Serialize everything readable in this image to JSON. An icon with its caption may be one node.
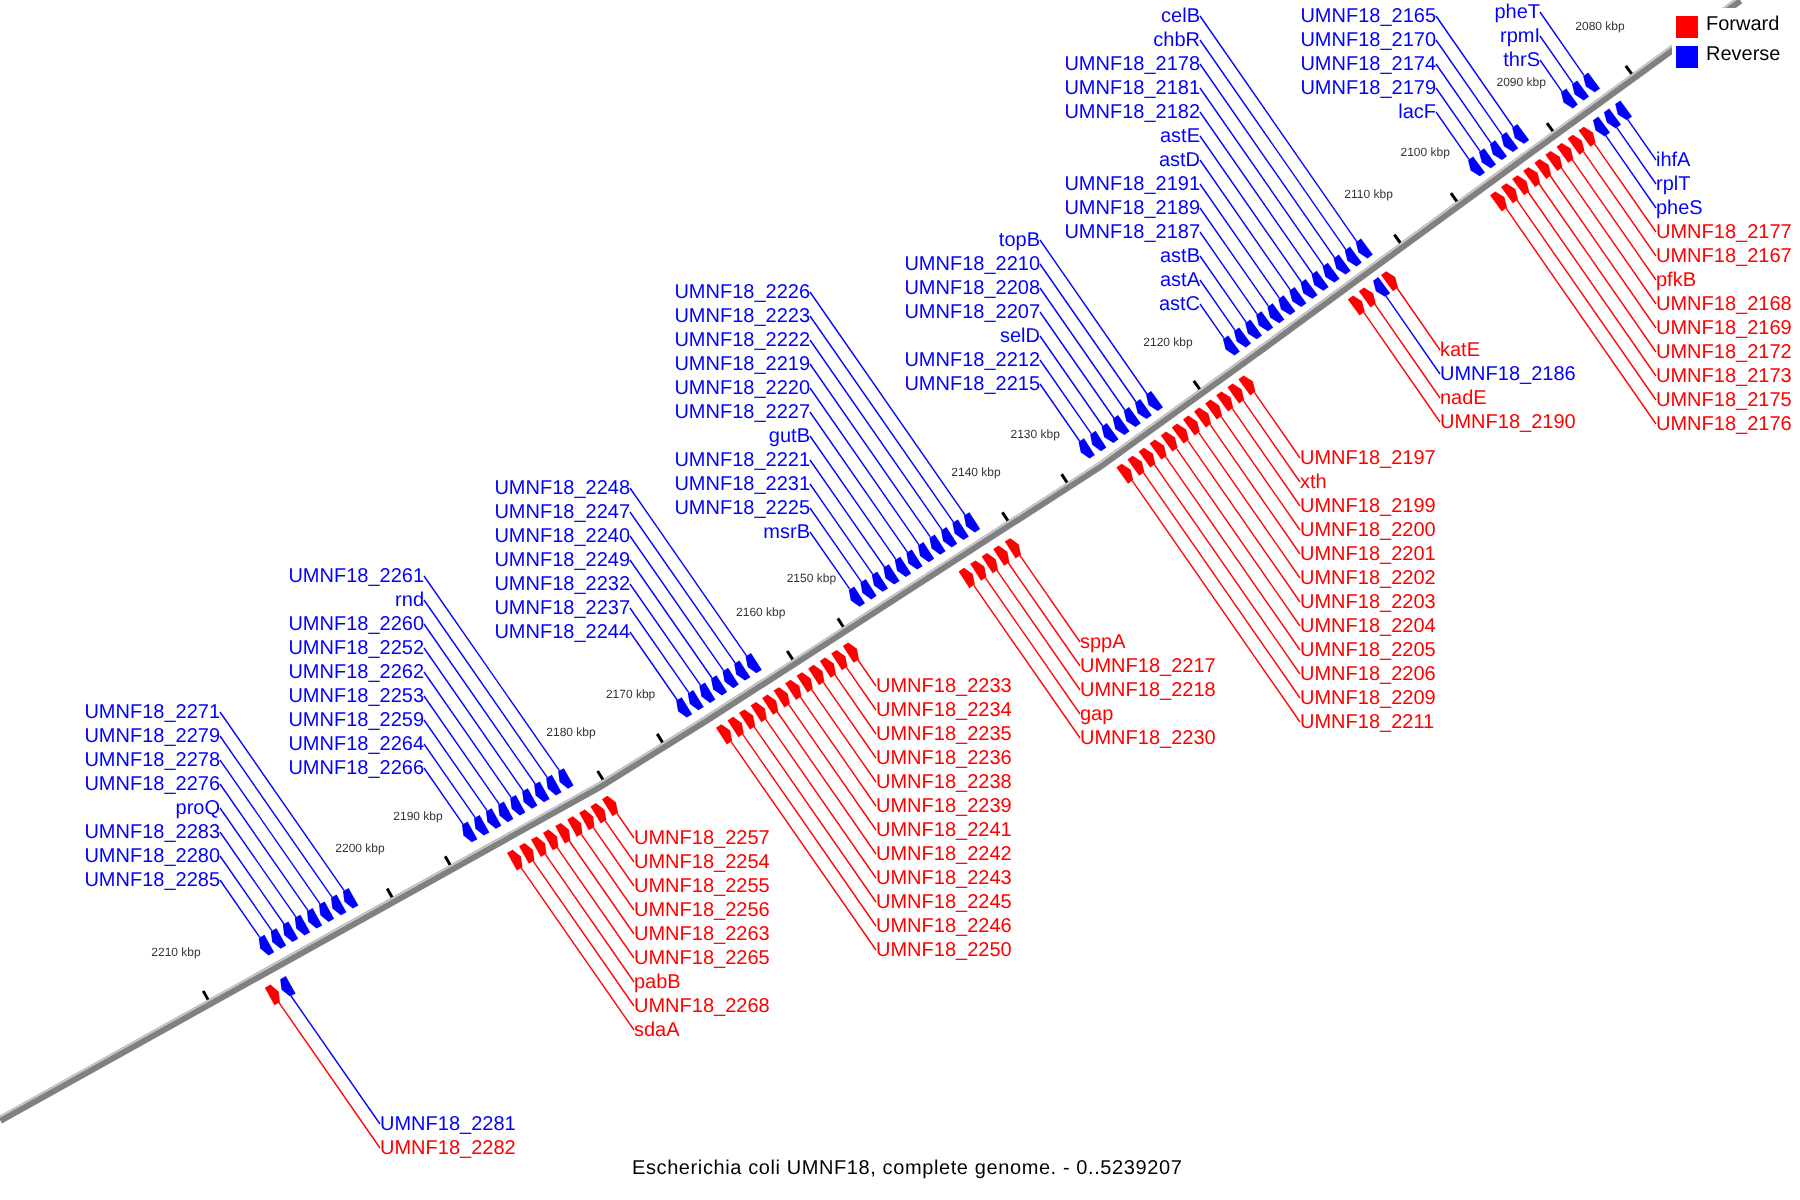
{
  "diagram": {
    "caption": "Escherichia coli UMNF18, complete genome. - 0..5239207",
    "nodes": [
      {
        "text": [
          "pheT"
        ]
      },
      {
        "text": [
          "rpmI"
        ]
      },
      {
        "text": [
          "thrS"
        ]
      },
      {
        "text": [
          "UMNF18_2165"
        ]
      },
      {
        "text": [
          "UMNF18_2170"
        ]
      },
      {
        "text": [
          "UMNF18_2174"
        ]
      },
      {
        "text": [
          "UMNF18_2179"
        ]
      },
      {
        "text": [
          "lacF"
        ]
      },
      {
        "text": [
          "celB"
        ]
      },
      {
        "text": [
          "chbR"
        ]
      },
      {
        "text": [
          "UMNF18_2178"
        ]
      },
      {
        "text": [
          "UMNF18_2181"
        ]
      },
      {
        "text": [
          "UMNF18_2182"
        ]
      },
      {
        "text": [
          "astE"
        ]
      },
      {
        "text": [
          "astD"
        ]
      },
      {
        "text": [
          "UMNF18_2191"
        ]
      },
      {
        "text": [
          "UMNF18_2189"
        ]
      },
      {
        "text": [
          "UMNF18_2187"
        ]
      },
      {
        "text": [
          "astB"
        ]
      },
      {
        "text": [
          "astA"
        ]
      },
      {
        "text": [
          "astC"
        ]
      },
      {
        "text": [
          "topB"
        ]
      },
      {
        "text": [
          "UMNF18_2210"
        ]
      },
      {
        "text": [
          "UMNF18_2208"
        ]
      },
      {
        "text": [
          "UMNF18_2207"
        ]
      },
      {
        "text": [
          "selD"
        ]
      },
      {
        "text": [
          "UMNF18_2212"
        ]
      },
      {
        "text": [
          "UMNF18_2215"
        ]
      },
      {
        "text": [
          "UMNF18_2226"
        ]
      },
      {
        "text": [
          "UMNF18_2223"
        ]
      },
      {
        "text": [
          "UMNF18_2222"
        ]
      },
      {
        "text": [
          "UMNF18_2219"
        ]
      },
      {
        "text": [
          "UMNF18_2220"
        ]
      },
      {
        "text": [
          "UMNF18_2227"
        ]
      },
      {
        "text": [
          "gutB"
        ]
      },
      {
        "text": [
          "UMNF18_2221"
        ]
      },
      {
        "text": [
          "UMNF18_2231"
        ]
      },
      {
        "text": [
          "UMNF18_2225"
        ]
      },
      {
        "text": [
          "msrB"
        ]
      },
      {
        "text": [
          "UMNF18_2248"
        ]
      },
      {
        "text": [
          "UMNF18_2247"
        ]
      },
      {
        "text": [
          "UMNF18_2240"
        ]
      },
      {
        "text": [
          "UMNF18_2249"
        ]
      },
      {
        "text": [
          "UMNF18_2232"
        ]
      },
      {
        "text": [
          "UMNF18_2237"
        ]
      },
      {
        "text": [
          "UMNF18_2244"
        ]
      },
      {
        "text": [
          "UMNF18_2261"
        ]
      },
      {
        "text": [
          "rnd"
        ]
      },
      {
        "text": [
          "UMNF18_2260"
        ]
      },
      {
        "text": [
          "UMNF18_2252"
        ]
      },
      {
        "text": [
          "UMNF18_2262"
        ]
      },
      {
        "text": [
          "UMNF18_2253"
        ]
      },
      {
        "text": [
          "UMNF18_2259"
        ]
      },
      {
        "text": [
          "UMNF18_2264"
        ]
      },
      {
        "text": [
          "UMNF18_2266"
        ]
      },
      {
        "text": [
          "UMNF18_2271"
        ]
      },
      {
        "text": [
          "UMNF18_2279"
        ]
      },
      {
        "text": [
          "UMNF18_2278"
        ]
      },
      {
        "text": [
          "UMNF18_2276"
        ]
      },
      {
        "text": [
          "proQ"
        ]
      },
      {
        "text": [
          "UMNF18_2283"
        ]
      },
      {
        "text": [
          "UMNF18_2280"
        ]
      },
      {
        "text": [
          "UMNF18_2285"
        ]
      },
      {
        "text": [
          "ihfA"
        ]
      },
      {
        "text": [
          "rplT"
        ]
      },
      {
        "text": [
          "pheS"
        ]
      },
      {
        "text": [
          "UMNF18_2177"
        ]
      },
      {
        "text": [
          "UMNF18_2167"
        ]
      },
      {
        "text": [
          "pfkB"
        ]
      },
      {
        "text": [
          "UMNF18_2168"
        ]
      },
      {
        "text": [
          "UMNF18_2169"
        ]
      },
      {
        "text": [
          "UMNF18_2172"
        ]
      },
      {
        "text": [
          "UMNF18_2173"
        ]
      },
      {
        "text": [
          "UMNF18_2175"
        ]
      },
      {
        "text": [
          "UMNF18_2176"
        ]
      },
      {
        "text": [
          "katE"
        ]
      },
      {
        "text": [
          "UMNF18_2186"
        ]
      },
      {
        "text": [
          "nadE"
        ]
      },
      {
        "text": [
          "UMNF18_2190"
        ]
      },
      {
        "text": [
          "UMNF18_2197"
        ]
      },
      {
        "text": [
          "xth"
        ]
      },
      {
        "text": [
          "UMNF18_2199"
        ]
      },
      {
        "text": [
          "UMNF18_2200"
        ]
      },
      {
        "text": [
          "UMNF18_2201"
        ]
      },
      {
        "text": [
          "UMNF18_2202"
        ]
      },
      {
        "text": [
          "UMNF18_2203"
        ]
      },
      {
        "text": [
          "UMNF18_2204"
        ]
      },
      {
        "text": [
          "UMNF18_2205"
        ]
      },
      {
        "text": [
          "UMNF18_2206"
        ]
      },
      {
        "text": [
          "UMNF18_2209"
        ]
      },
      {
        "text": [
          "UMNF18_2211"
        ]
      },
      {
        "text": [
          "sppA"
        ]
      },
      {
        "text": [
          "UMNF18_2217"
        ]
      },
      {
        "text": [
          "UMNF18_2218"
        ]
      },
      {
        "text": [
          "gap"
        ]
      },
      {
        "text": [
          "UMNF18_2230"
        ]
      },
      {
        "text": [
          "UMNF18_2233"
        ]
      },
      {
        "text": [
          "UMNF18_2234"
        ]
      },
      {
        "text": [
          "UMNF18_2235"
        ]
      },
      {
        "text": [
          "UMNF18_2236"
        ]
      },
      {
        "text": [
          "UMNF18_2238"
        ]
      },
      {
        "text": [
          "UMNF18_2239"
        ]
      },
      {
        "text": [
          "UMNF18_2241"
        ]
      },
      {
        "text": [
          "UMNF18_2242"
        ]
      },
      {
        "text": [
          "UMNF18_2243"
        ]
      },
      {
        "text": [
          "UMNF18_2245"
        ]
      },
      {
        "text": [
          "UMNF18_2246"
        ]
      },
      {
        "text": [
          "UMNF18_2250"
        ]
      },
      {
        "text": [
          "UMNF18_2257"
        ]
      },
      {
        "text": [
          "UMNF18_2254"
        ]
      },
      {
        "text": [
          "UMNF18_2255"
        ]
      },
      {
        "text": [
          "UMNF18_2256"
        ]
      },
      {
        "text": [
          "UMNF18_2263"
        ]
      },
      {
        "text": [
          "UMNF18_2265"
        ]
      },
      {
        "text": [
          "pabB"
        ]
      },
      {
        "text": [
          "UMNF18_2268"
        ]
      },
      {
        "text": [
          "sdaA"
        ]
      },
      {
        "text": [
          "UMNF18_2281"
        ]
      },
      {
        "text": [
          "UMNF18_2282"
        ]
      },
      {
        "text": [],
        "shape": "arrow"
      },
      {
        "text": [],
        "shape": "arrow"
      },
      {
        "text": [],
        "shape": "arrow"
      },
      {
        "text": [],
        "shape": "arrow"
      },
      {
        "text": [],
        "shape": "arrow"
      },
      {
        "text": [],
        "shape": "arrow"
      },
      {
        "text": [],
        "shape": "arrow"
      },
      {
        "text": [],
        "shape": "arrow"
      },
      {
        "text": [],
        "shape": "arrow"
      },
      {
        "text": [],
        "shape": "arrow"
      },
      {
        "text": [],
        "shape": "arrow"
      },
      {
        "text": [],
        "shape": "arrow"
      },
      {
        "text": [],
        "shape": "arrow"
      },
      {
        "text": [],
        "shape": "arrow"
      },
      {
        "text": [],
        "shape": "arrow"
      },
      {
        "text": [],
        "shape": "arrow"
      },
      {
        "text": [],
        "shape": "arrow"
      },
      {
        "text": [],
        "shape": "arrow"
      },
      {
        "text": [],
        "shape": "arrow"
      },
      {
        "text": [],
        "shape": "arrow"
      },
      {
        "text": [],
        "shape": "arrow"
      },
      {
        "text": [],
        "shape": "arrow"
      },
      {
        "text": [],
        "shape": "arrow"
      },
      {
        "text": [],
        "shape": "arrow"
      },
      {
        "text": [],
        "shape": "arrow"
      },
      {
        "text": [],
        "shape": "arrow"
      },
      {
        "text": [],
        "shape": "arrow"
      },
      {
        "text": [],
        "shape": "arrow"
      },
      {
        "text": [],
        "shape": "arrow"
      },
      {
        "text": [],
        "shape": "arrow"
      },
      {
        "text": [],
        "shape": "arrow"
      },
      {
        "text": [],
        "shape": "arrow"
      },
      {
        "text": [],
        "shape": "arrow"
      },
      {
        "text": [],
        "shape": "arrow"
      },
      {
        "text": [],
        "shape": "arrow"
      },
      {
        "text": [],
        "shape": "arrow"
      },
      {
        "text": [],
        "shape": "arrow"
      },
      {
        "text": [],
        "shape": "arrow"
      },
      {
        "text": [],
        "shape": "arrow"
      },
      {
        "text": [],
        "shape": "arrow"
      },
      {
        "text": [],
        "shape": "arrow"
      },
      {
        "text": [],
        "shape": "arrow"
      },
      {
        "text": [],
        "shape": "arrow"
      },
      {
        "text": [],
        "shape": "arrow"
      },
      {
        "text": [],
        "shape": "arrow"
      },
      {
        "text": [],
        "shape": "arrow"
      },
      {
        "text": [],
        "shape": "arrow"
      },
      {
        "text": [],
        "shape": "arrow"
      },
      {
        "text": [],
        "shape": "arrow"
      },
      {
        "text": [],
        "shape": "arrow"
      },
      {
        "text": [],
        "shape": "arrow"
      },
      {
        "text": [],
        "shape": "arrow"
      },
      {
        "text": [],
        "shape": "arrow"
      },
      {
        "text": [],
        "shape": "arrow"
      },
      {
        "text": [],
        "shape": "arrow"
      },
      {
        "text": [],
        "shape": "arrow"
      },
      {
        "text": [],
        "shape": "arrow"
      },
      {
        "text": [],
        "shape": "arrow"
      },
      {
        "text": [],
        "shape": "arrow"
      },
      {
        "text": [],
        "shape": "arrow"
      },
      {
        "text": [],
        "shape": "arrow"
      },
      {
        "text": [],
        "shape": "arrow"
      },
      {
        "text": [],
        "shape": "arrow"
      },
      {
        "text": [],
        "shape": "arrow"
      },
      {
        "text": [],
        "shape": "arrow"
      },
      {
        "text": [],
        "shape": "arrow"
      },
      {
        "text": [],
        "shape": "arrow"
      },
      {
        "text": [],
        "shape": "arrow"
      },
      {
        "text": [],
        "shape": "arrow"
      },
      {
        "text": [],
        "shape": "arrow"
      },
      {
        "text": [],
        "shape": "arrow"
      },
      {
        "text": [],
        "shape": "arrow"
      },
      {
        "text": [],
        "shape": "arrow"
      },
      {
        "text": [],
        "shape": "arrow"
      },
      {
        "text": [],
        "shape": "arrow"
      },
      {
        "text": [],
        "shape": "arrow"
      },
      {
        "text": [],
        "shape": "arrow"
      },
      {
        "text": [],
        "shape": "arrow"
      },
      {
        "text": [],
        "shape": "arrow"
      },
      {
        "text": [],
        "shape": "arrow"
      },
      {
        "text": [],
        "shape": "arrow"
      },
      {
        "text": [],
        "shape": "arrow"
      },
      {
        "text": [],
        "shape": "arrow"
      },
      {
        "text": [],
        "shape": "arrow"
      },
      {
        "text": [],
        "shape": "arrow"
      },
      {
        "text": [],
        "shape": "arrow"
      },
      {
        "text": [],
        "shape": "arrow"
      },
      {
        "text": [],
        "shape": "arrow"
      },
      {
        "text": [],
        "shape": "arrow"
      },
      {
        "text": [],
        "shape": "arrow"
      },
      {
        "text": [],
        "shape": "arrow"
      },
      {
        "text": [],
        "shape": "arrow"
      },
      {
        "text": [],
        "shape": "arrow"
      },
      {
        "text": [],
        "shape": "arrow"
      },
      {
        "text": [],
        "shape": "arrow"
      },
      {
        "text": [],
        "shape": "arrow"
      },
      {
        "text": [],
        "shape": "arrow"
      },
      {
        "text": [],
        "shape": "arrow"
      },
      {
        "text": [],
        "shape": "arrow"
      },
      {
        "text": [],
        "shape": "arrow"
      },
      {
        "text": [],
        "shape": "arrow"
      },
      {
        "text": [],
        "shape": "arrow"
      },
      {
        "text": [],
        "shape": "arrow"
      },
      {
        "text": [],
        "shape": "arrow"
      },
      {
        "text": [],
        "shape": "arrow"
      },
      {
        "text": [],
        "shape": "arrow"
      },
      {
        "text": [],
        "shape": "arrow"
      },
      {
        "text": [],
        "shape": "arrow"
      },
      {
        "text": [],
        "shape": "arrow"
      },
      {
        "text": [],
        "shape": "arrow"
      },
      {
        "text": [],
        "shape": "arrow"
      },
      {
        "text": [],
        "shape": "arrow"
      },
      {
        "text": [],
        "shape": "arrow"
      },
      {
        "text": [],
        "shape": "arrow"
      },
      {
        "text": [],
        "shape": "arrow"
      },
      {
        "text": [],
        "shape": "arrow"
      },
      {
        "text": [],
        "shape": "arrow"
      },
      {
        "text": [],
        "shape": "arrow"
      },
      {
        "text": [],
        "shape": "arrow"
      }
    ],
    "edges": [
      {
        "from": 0,
        "to": 119,
        "arrow": "none"
      },
      {
        "from": 1,
        "to": 120,
        "arrow": "none"
      },
      {
        "from": 2,
        "to": 121,
        "arrow": "none"
      },
      {
        "from": 3,
        "to": 122,
        "arrow": "none"
      },
      {
        "from": 4,
        "to": 123,
        "arrow": "none"
      },
      {
        "from": 5,
        "to": 124,
        "arrow": "none"
      },
      {
        "from": 6,
        "to": 125,
        "arrow": "none"
      },
      {
        "from": 7,
        "to": 126,
        "arrow": "none"
      },
      {
        "from": 8,
        "to": 127,
        "arrow": "none"
      },
      {
        "from": 9,
        "to": 128,
        "arrow": "none"
      },
      {
        "from": 10,
        "to": 129,
        "arrow": "none"
      },
      {
        "from": 11,
        "to": 130,
        "arrow": "none"
      },
      {
        "from": 12,
        "to": 131,
        "arrow": "none"
      },
      {
        "from": 13,
        "to": 132,
        "arrow": "none"
      },
      {
        "from": 14,
        "to": 133,
        "arrow": "none"
      },
      {
        "from": 15,
        "to": 134,
        "arrow": "none"
      },
      {
        "from": 16,
        "to": 135,
        "arrow": "none"
      },
      {
        "from": 17,
        "to": 136,
        "arrow": "none"
      },
      {
        "from": 18,
        "to": 137,
        "arrow": "none"
      },
      {
        "from": 19,
        "to": 138,
        "arrow": "none"
      },
      {
        "from": 20,
        "to": 139,
        "arrow": "none"
      },
      {
        "from": 21,
        "to": 140,
        "arrow": "none"
      },
      {
        "from": 22,
        "to": 141,
        "arrow": "none"
      },
      {
        "from": 23,
        "to": 142,
        "arrow": "none"
      },
      {
        "from": 24,
        "to": 143,
        "arrow": "none"
      },
      {
        "from": 25,
        "to": 144,
        "arrow": "none"
      },
      {
        "from": 26,
        "to": 145,
        "arrow": "none"
      },
      {
        "from": 27,
        "to": 146,
        "arrow": "none"
      },
      {
        "from": 28,
        "to": 147,
        "arrow": "none"
      },
      {
        "from": 29,
        "to": 148,
        "arrow": "none"
      },
      {
        "from": 30,
        "to": 149,
        "arrow": "none"
      },
      {
        "from": 31,
        "to": 150,
        "arrow": "none"
      },
      {
        "from": 32,
        "to": 151,
        "arrow": "none"
      },
      {
        "from": 33,
        "to": 152,
        "arrow": "none"
      },
      {
        "from": 34,
        "to": 153,
        "arrow": "none"
      },
      {
        "from": 35,
        "to": 154,
        "arrow": "none"
      },
      {
        "from": 36,
        "to": 155,
        "arrow": "none"
      },
      {
        "from": 37,
        "to": 156,
        "arrow": "none"
      },
      {
        "from": 38,
        "to": 157,
        "arrow": "none"
      },
      {
        "from": 39,
        "to": 158,
        "arrow": "none"
      },
      {
        "from": 40,
        "to": 159,
        "arrow": "none"
      },
      {
        "from": 41,
        "to": 160,
        "arrow": "none"
      },
      {
        "from": 42,
        "to": 161,
        "arrow": "none"
      },
      {
        "from": 43,
        "to": 162,
        "arrow": "none"
      },
      {
        "from": 44,
        "to": 163,
        "arrow": "none"
      },
      {
        "from": 45,
        "to": 164,
        "arrow": "none"
      },
      {
        "from": 46,
        "to": 165,
        "arrow": "none"
      },
      {
        "from": 47,
        "to": 166,
        "arrow": "none"
      },
      {
        "from": 48,
        "to": 167,
        "arrow": "none"
      },
      {
        "from": 49,
        "to": 168,
        "arrow": "none"
      },
      {
        "from": 50,
        "to": 169,
        "arrow": "none"
      },
      {
        "from": 51,
        "to": 170,
        "arrow": "none"
      },
      {
        "from": 52,
        "to": 171,
        "arrow": "none"
      },
      {
        "from": 53,
        "to": 172,
        "arrow": "none"
      },
      {
        "from": 54,
        "to": 173,
        "arrow": "none"
      },
      {
        "from": 55,
        "to": 174,
        "arrow": "none"
      },
      {
        "from": 56,
        "to": 175,
        "arrow": "none"
      },
      {
        "from": 57,
        "to": 176,
        "arrow": "none"
      },
      {
        "from": 58,
        "to": 177,
        "arrow": "none"
      },
      {
        "from": 59,
        "to": 178,
        "arrow": "none"
      },
      {
        "from": 60,
        "to": 179,
        "arrow": "none"
      },
      {
        "from": 61,
        "to": 180,
        "arrow": "none"
      },
      {
        "from": 62,
        "to": 181,
        "arrow": "none"
      },
      {
        "from": 63,
        "to": 182,
        "arrow": "none"
      },
      {
        "from": 64,
        "to": 183,
        "arrow": "none"
      },
      {
        "from": 65,
        "to": 184,
        "arrow": "none"
      },
      {
        "from": 66,
        "to": 185,
        "arrow": "none",
        "color": "#ff0000"
      },
      {
        "from": 67,
        "to": 186,
        "arrow": "none",
        "color": "#ff0000"
      },
      {
        "from": 68,
        "to": 187,
        "arrow": "none",
        "color": "#ff0000"
      },
      {
        "from": 69,
        "to": 188,
        "arrow": "none",
        "color": "#ff0000"
      },
      {
        "from": 70,
        "to": 189,
        "arrow": "none",
        "color": "#ff0000"
      },
      {
        "from": 71,
        "to": 190,
        "arrow": "none",
        "color": "#ff0000"
      },
      {
        "from": 72,
        "to": 191,
        "arrow": "none",
        "color": "#ff0000"
      },
      {
        "from": 73,
        "to": 192,
        "arrow": "none",
        "color": "#ff0000"
      },
      {
        "from": 74,
        "to": 193,
        "arrow": "none",
        "color": "#ff0000"
      },
      {
        "from": 75,
        "to": 194,
        "arrow": "none",
        "color": "#ff0000"
      },
      {
        "from": 76,
        "to": 195,
        "arrow": "none"
      },
      {
        "from": 77,
        "to": 196,
        "arrow": "none",
        "color": "#ff0000"
      },
      {
        "from": 78,
        "to": 197,
        "arrow": "none",
        "color": "#ff0000"
      },
      {
        "from": 79,
        "to": 198,
        "arrow": "none",
        "color": "#ff0000"
      },
      {
        "from": 80,
        "to": 199,
        "arrow": "none",
        "color": "#ff0000"
      },
      {
        "from": 81,
        "to": 200,
        "arrow": "none",
        "color": "#ff0000"
      },
      {
        "from": 82,
        "to": 201,
        "arrow": "none",
        "color": "#ff0000"
      },
      {
        "from": 83,
        "to": 202,
        "arrow": "none",
        "color": "#ff0000"
      },
      {
        "from": 84,
        "to": 203,
        "arrow": "none",
        "color": "#ff0000"
      },
      {
        "from": 85,
        "to": 204,
        "arrow": "none",
        "color": "#ff0000"
      },
      {
        "from": 86,
        "to": 205,
        "arrow": "none",
        "color": "#ff0000"
      },
      {
        "from": 87,
        "to": 206,
        "arrow": "none",
        "color": "#ff0000"
      },
      {
        "from": 88,
        "to": 207,
        "arrow": "none",
        "color": "#ff0000"
      },
      {
        "from": 89,
        "to": 208,
        "arrow": "none",
        "color": "#ff0000"
      },
      {
        "from": 90,
        "to": 209,
        "arrow": "none",
        "color": "#ff0000"
      },
      {
        "from": 91,
        "to": 210,
        "arrow": "none",
        "color": "#ff0000"
      },
      {
        "from": 92,
        "to": 211,
        "arrow": "none",
        "color": "#ff0000"
      },
      {
        "from": 93,
        "to": 212,
        "arrow": "none",
        "color": "#ff0000"
      },
      {
        "from": 94,
        "to": 213,
        "arrow": "none",
        "color": "#ff0000"
      },
      {
        "from": 95,
        "to": 214,
        "arrow": "none",
        "color": "#ff0000"
      },
      {
        "from": 96,
        "to": 215,
        "arrow": "none",
        "color": "#ff0000"
      },
      {
        "from": 97,
        "to": 216,
        "arrow": "none",
        "color": "#ff0000"
      },
      {
        "from": 98,
        "to": 217,
        "arrow": "none",
        "color": "#ff0000"
      },
      {
        "from": 99,
        "to": 218,
        "arrow": "none",
        "color": "#ff0000"
      },
      {
        "from": 100,
        "to": 219,
        "arrow": "none",
        "color": "#ff0000"
      },
      {
        "from": 101,
        "to": 220,
        "arrow": "none",
        "color": "#ff0000"
      },
      {
        "from": 102,
        "to": 221,
        "arrow": "none",
        "color": "#ff0000"
      },
      {
        "from": 103,
        "to": 222,
        "arrow": "none",
        "color": "#ff0000"
      },
      {
        "from": 104,
        "to": 223,
        "arrow": "none",
        "color": "#ff0000"
      },
      {
        "from": 105,
        "to": 224,
        "arrow": "none",
        "color": "#ff0000"
      },
      {
        "from": 106,
        "to": 225,
        "arrow": "none",
        "color": "#ff0000"
      },
      {
        "from": 107,
        "to": 226,
        "arrow": "none",
        "color": "#ff0000"
      },
      {
        "from": 108,
        "to": 227,
        "arrow": "none",
        "color": "#ff0000"
      },
      {
        "from": 109,
        "to": 228,
        "arrow": "none",
        "color": "#ff0000"
      },
      {
        "from": 110,
        "to": 229,
        "arrow": "none",
        "color": "#ff0000"
      },
      {
        "from": 111,
        "to": 230,
        "arrow": "none",
        "color": "#ff0000"
      },
      {
        "from": 112,
        "to": 231,
        "arrow": "none",
        "color": "#ff0000"
      },
      {
        "from": 113,
        "to": 232,
        "arrow": "none",
        "color": "#ff0000"
      },
      {
        "from": 114,
        "to": 233,
        "arrow": "none",
        "color": "#ff0000"
      },
      {
        "from": 115,
        "to": 234,
        "arrow": "none",
        "color": "#ff0000"
      },
      {
        "from": 116,
        "to": 235,
        "arrow": "none",
        "color": "#ff0000"
      },
      {
        "from": 117,
        "to": 236,
        "arrow": "none"
      },
      {
        "from": 118,
        "to": 237,
        "arrow": "none",
        "color": "#ff0000"
      }
    ],
    "labels": [
      "2080 kbp",
      "2090 kbp",
      "2100 kbp",
      "2110 kbp",
      "2120 kbp",
      "2130 kbp",
      "2140 kbp",
      "2150 kbp",
      "2160 kbp",
      "2170 kbp",
      "2180 kbp",
      "2190 kbp",
      "2200 kbp",
      "2210 kbp"
    ],
    "legend": [
      {
        "text": "Forward",
        "color": "#ff0000"
      },
      {
        "text": "Reverse",
        "color": "#0000ff"
      }
    ]
  }
}
